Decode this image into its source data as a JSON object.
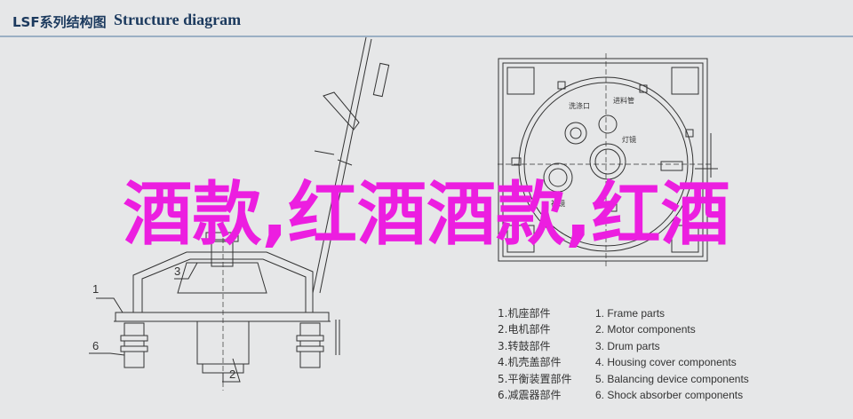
{
  "header": {
    "title_cn": "LSF系列结构图",
    "title_en": "Structure diagram"
  },
  "top_view_labels": {
    "feed_port": "洗涤口",
    "inlet_pipe": "进料管",
    "lamp_mirror": "灯镜",
    "sight_mirror": "视镜"
  },
  "callouts": [
    "1",
    "2",
    "3",
    "6"
  ],
  "legend": {
    "items": [
      {
        "cn": "1.机座部件",
        "en": "1. Frame parts"
      },
      {
        "cn": "2.电机部件",
        "en": "2. Motor components"
      },
      {
        "cn": "3.转鼓部件",
        "en": "3. Drum parts"
      },
      {
        "cn": "4.机壳盖部件",
        "en": "4. Housing cover components"
      },
      {
        "cn": "5.平衡装置部件",
        "en": "5. Balancing device components"
      },
      {
        "cn": "6.减震器部件",
        "en": "6. Shock absorber components"
      }
    ]
  },
  "watermark": "酒款,红酒酒款,红酒"
}
